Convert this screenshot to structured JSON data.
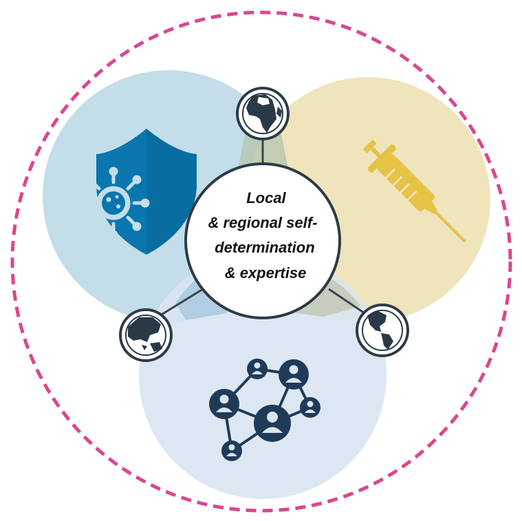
{
  "center": {
    "lines": [
      "Local",
      "& regional self-",
      "determination",
      "& expertise"
    ]
  },
  "colors": {
    "border_dashed": "#d9478f",
    "circle_blue": "#c3dde9",
    "circle_yellow": "#f0e4bc",
    "circle_lightblue": "#d9e5f2",
    "overlap_gray": "#b7c7ae",
    "shield": "#0a76ad",
    "syringe": "#e6c245",
    "network": "#1f3b57",
    "globe_stroke": "#2e3a46",
    "globe_land": "#2a3947",
    "connector": "#3b444d"
  },
  "icons": {
    "topic_1": "shield-virus-icon",
    "topic_2": "syringe-icon",
    "topic_3": "people-network-icon",
    "globe_top": "globe-africa-europe-icon",
    "globe_left": "globe-asia-oceania-icon",
    "globe_right": "globe-americas-icon"
  }
}
